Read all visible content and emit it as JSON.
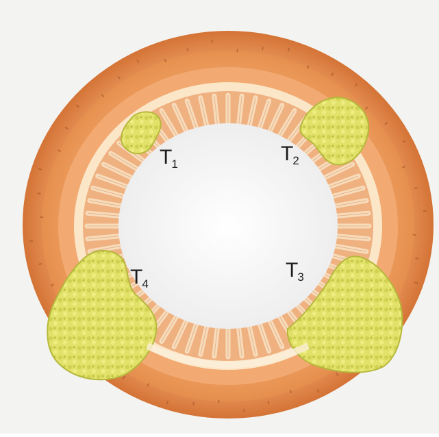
{
  "labels": {
    "t1": {
      "main": "T",
      "sub": "1"
    },
    "t2": {
      "main": "T",
      "sub": "2"
    },
    "t3": {
      "main": "T",
      "sub": "3"
    },
    "t4": {
      "main": "T",
      "sub": "4"
    }
  },
  "colors": {
    "background": "#f4f4f2",
    "outer_ring": "#e8955a",
    "outer_ring_dark": "#d9773c",
    "mid_ring": "#f0ad78",
    "inner_ring": "#f6c79b",
    "cream_band": "#fbe8cc",
    "lumen": "#f7f7f8",
    "villi": "#f3d7b5",
    "patch": "#e4e46a",
    "patch_dark": "#bfc23e"
  }
}
